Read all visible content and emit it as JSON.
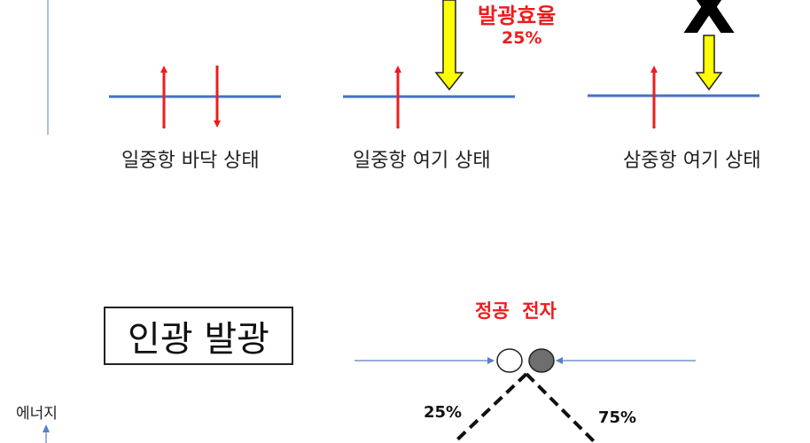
{
  "top": {
    "states": [
      {
        "label": "일중항 바닥 상태"
      },
      {
        "label": "일중항 여기 상태"
      },
      {
        "label": "삼중항 여기 상태"
      }
    ],
    "efficiency_title": "발광효율",
    "efficiency_value": "25%",
    "x_mark": "X"
  },
  "bottom": {
    "title": "인광 발광",
    "energy_axis": "에너지",
    "carriers_label": "정공  전자",
    "left_pct": "25%",
    "right_pct": "75%"
  },
  "colors": {
    "level_line": "#4472c4",
    "spin_arrow": "#ee1c1c",
    "emission_fill": "#ffff00",
    "thin_arrow": "#5a7fc8",
    "electron_fill": "#6e6e6e"
  }
}
